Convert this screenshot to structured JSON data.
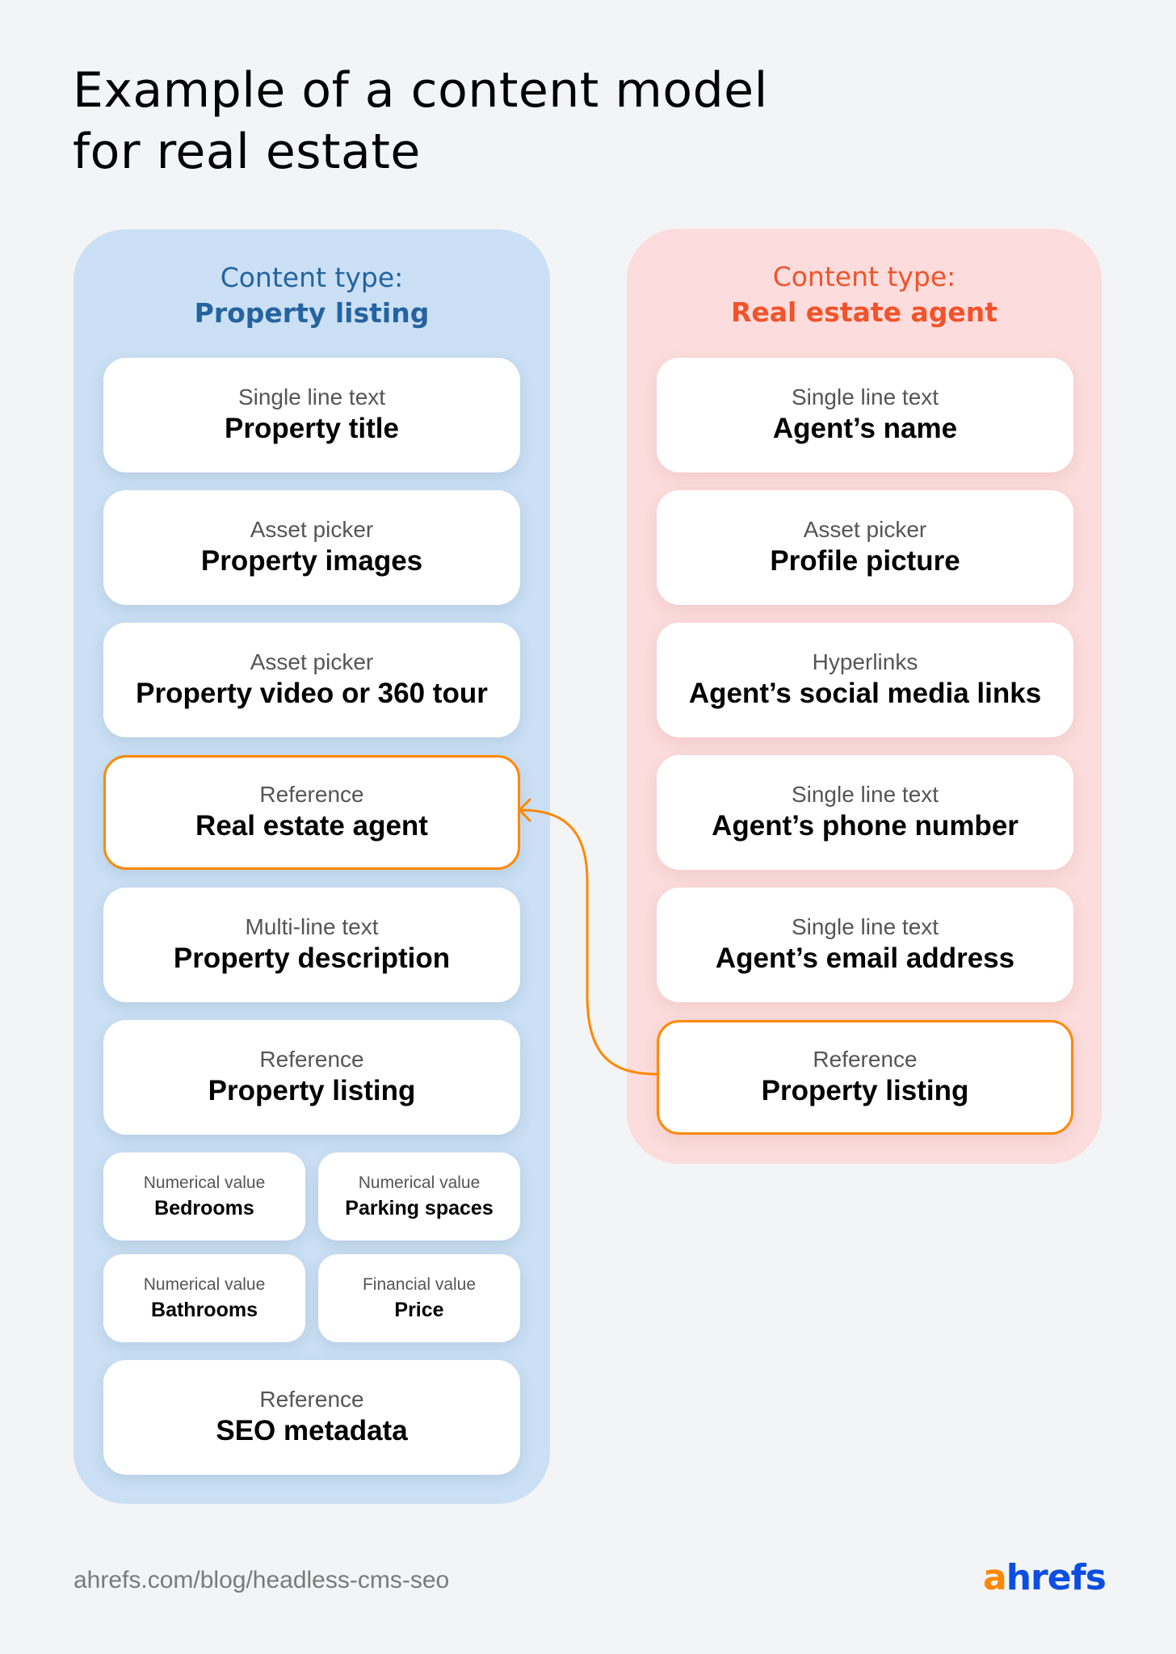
{
  "title": {
    "line1": "Example of a content model",
    "line2": "for real estate"
  },
  "colors": {
    "background": "#f3f4f6",
    "blue_panel": "#cbe0f4",
    "blue_heading": "#2563a0",
    "pink_panel": "#fcdcdc",
    "pink_heading": "#f2532a",
    "reference_border": "#ff8800",
    "logo_orange": "#ff8800",
    "logo_blue": "#0b4ee0"
  },
  "panels": {
    "property": {
      "heading_prefix": "Content type:",
      "heading_name": "Property listing",
      "fields": [
        {
          "type": "Single line text",
          "name": "Property title"
        },
        {
          "type": "Asset picker",
          "name": "Property images"
        },
        {
          "type": "Asset picker",
          "name": "Property video or 360 tour"
        },
        {
          "type": "Reference",
          "name": "Real estate agent",
          "highlighted": true
        },
        {
          "type": "Multi-line text",
          "name": "Property description"
        },
        {
          "type": "Reference",
          "name": "Property listing"
        }
      ],
      "small_fields": [
        {
          "type": "Numerical value",
          "name": "Bedrooms"
        },
        {
          "type": "Numerical value",
          "name": "Parking spaces"
        },
        {
          "type": "Numerical value",
          "name": "Bathrooms"
        },
        {
          "type": "Financial value",
          "name": "Price"
        }
      ],
      "last_field": {
        "type": "Reference",
        "name": "SEO metadata"
      }
    },
    "agent": {
      "heading_prefix": "Content type:",
      "heading_name": "Real estate agent",
      "fields": [
        {
          "type": "Single line text",
          "name": "Agent’s name"
        },
        {
          "type": "Asset picker",
          "name": "Profile picture"
        },
        {
          "type": "Hyperlinks",
          "name": "Agent’s social media links"
        },
        {
          "type": "Single line text",
          "name": "Agent’s phone number"
        },
        {
          "type": "Single line text",
          "name": "Agent’s email address"
        },
        {
          "type": "Reference",
          "name": "Property listing",
          "highlighted": true
        }
      ]
    }
  },
  "connector": {
    "from": "agent.fields.5",
    "to": "property.fields.3",
    "icon": "arrow-left-icon"
  },
  "footer": {
    "url": "ahrefs.com/blog/headless-cms-seo",
    "logo_a": "a",
    "logo_rest": "hrefs"
  }
}
